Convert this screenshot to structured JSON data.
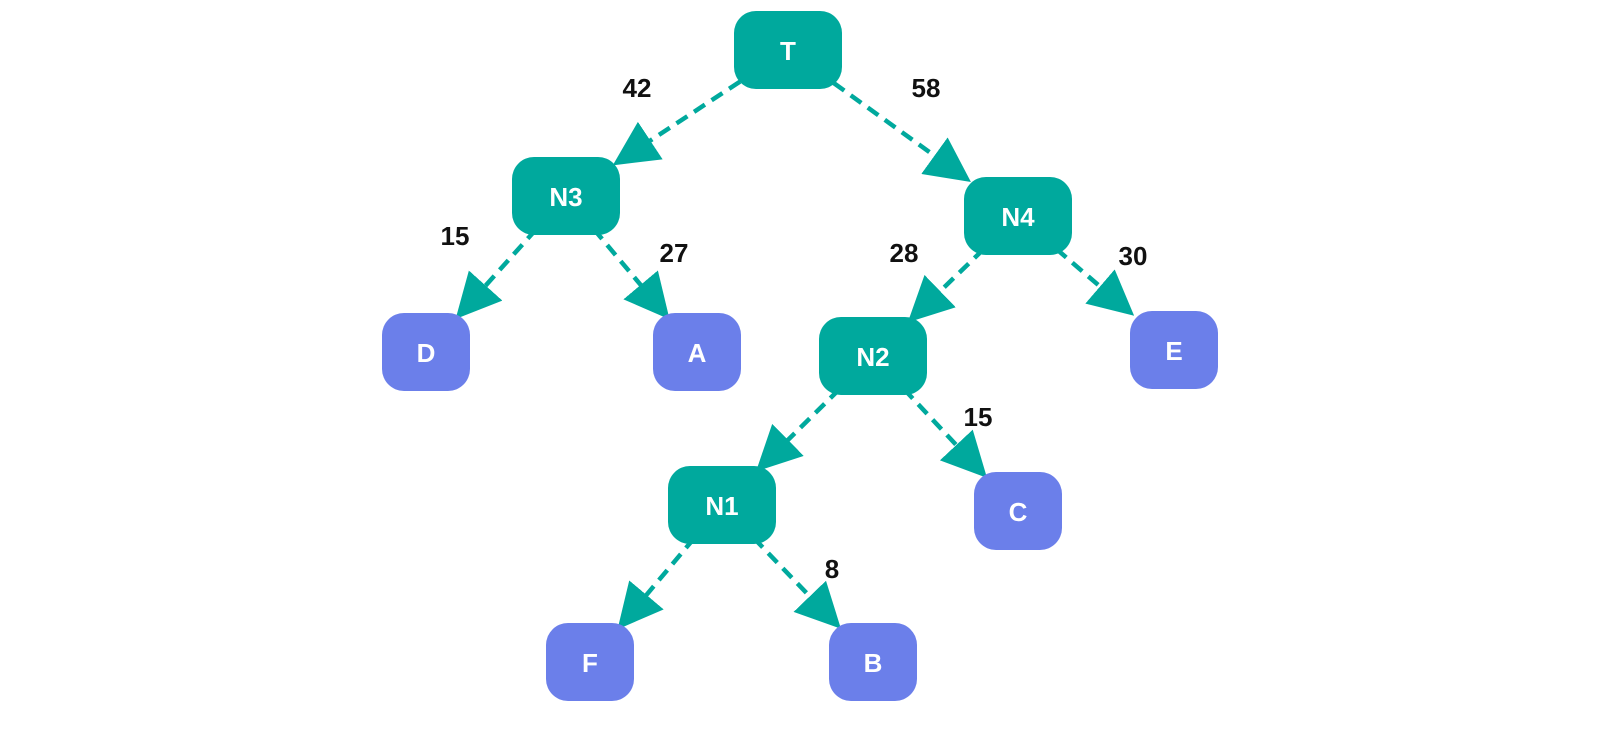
{
  "colors": {
    "internal_node": "#00a99d",
    "leaf_node": "#6b7fea",
    "edge": "#00a99d",
    "node_text": "#ffffff",
    "weight_text": "#111111"
  },
  "nodes": [
    {
      "id": "T",
      "label": "T",
      "kind": "internal"
    },
    {
      "id": "N3",
      "label": "N3",
      "kind": "internal"
    },
    {
      "id": "N4",
      "label": "N4",
      "kind": "internal"
    },
    {
      "id": "N2",
      "label": "N2",
      "kind": "internal"
    },
    {
      "id": "N1",
      "label": "N1",
      "kind": "internal"
    },
    {
      "id": "D",
      "label": "D",
      "kind": "leaf"
    },
    {
      "id": "A",
      "label": "A",
      "kind": "leaf"
    },
    {
      "id": "E",
      "label": "E",
      "kind": "leaf"
    },
    {
      "id": "C",
      "label": "C",
      "kind": "leaf"
    },
    {
      "id": "F",
      "label": "F",
      "kind": "leaf"
    },
    {
      "id": "B",
      "label": "B",
      "kind": "leaf"
    }
  ],
  "edges": [
    {
      "from": "T",
      "to": "N3",
      "weight": "42"
    },
    {
      "from": "T",
      "to": "N4",
      "weight": "58"
    },
    {
      "from": "N3",
      "to": "D",
      "weight": "15"
    },
    {
      "from": "N3",
      "to": "A",
      "weight": "27"
    },
    {
      "from": "N4",
      "to": "N2",
      "weight": "28"
    },
    {
      "from": "N4",
      "to": "E",
      "weight": "30"
    },
    {
      "from": "N2",
      "to": "N1",
      "weight": ""
    },
    {
      "from": "N2",
      "to": "C",
      "weight": "15"
    },
    {
      "from": "N1",
      "to": "F",
      "weight": ""
    },
    {
      "from": "N1",
      "to": "B",
      "weight": "8"
    }
  ]
}
